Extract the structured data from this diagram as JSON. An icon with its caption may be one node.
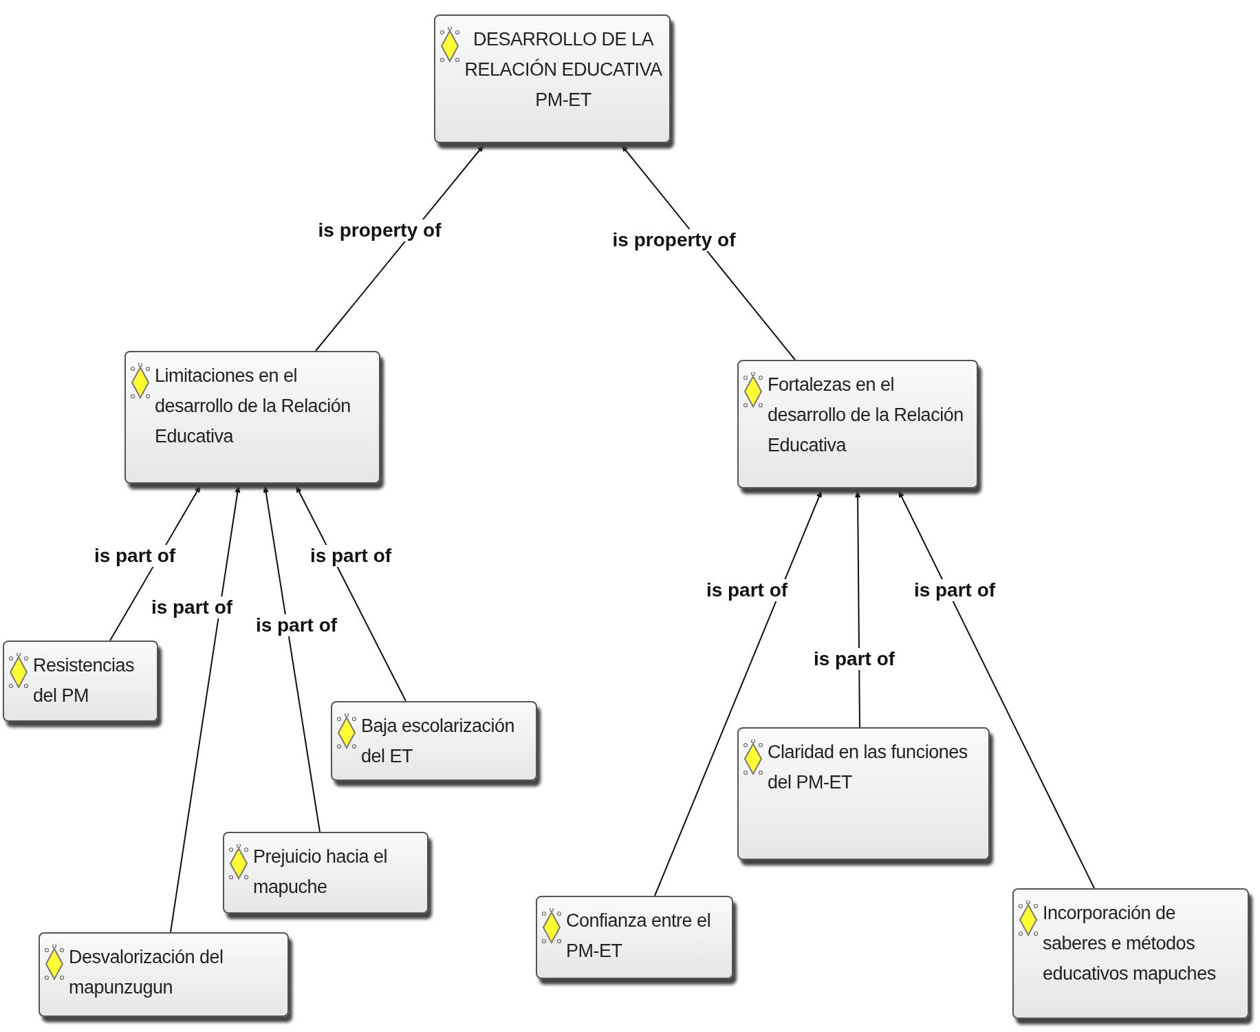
{
  "diagram": {
    "nodes": [
      {
        "text": [
          "DESARROLLO DE LA RELACIÓN EDUCATIVA PM-ET"
        ]
      },
      {
        "text": [
          "Limitaciones en el desarrollo de la Relación Educativa"
        ]
      },
      {
        "text": [
          "Fortalezas en el desarrollo de la Relación Educativa"
        ]
      },
      {
        "text": [
          "Resistencias del PM"
        ]
      },
      {
        "text": [
          "Desvalorización del mapunzugun"
        ]
      },
      {
        "text": [
          "Prejuicio hacia el mapuche"
        ]
      },
      {
        "text": [
          "Baja escolarización del ET"
        ]
      },
      {
        "text": [
          "Confianza entre el PM-ET"
        ]
      },
      {
        "text": [
          "Claridad en las funciones del PM-ET"
        ]
      },
      {
        "text": [
          "Incorporación de saberes e métodos educativos mapuches"
        ]
      }
    ],
    "edges": [
      {
        "from": 1,
        "to": 0,
        "arrow": "to",
        "label": "is property of"
      },
      {
        "from": 2,
        "to": 0,
        "arrow": "to",
        "label": "is property of"
      },
      {
        "from": 3,
        "to": 1,
        "arrow": "to",
        "label": "is part of"
      },
      {
        "from": 4,
        "to": 1,
        "arrow": "to",
        "label": "is part of"
      },
      {
        "from": 5,
        "to": 1,
        "arrow": "to",
        "label": "is part of"
      },
      {
        "from": 6,
        "to": 1,
        "arrow": "to",
        "label": "is part of"
      },
      {
        "from": 7,
        "to": 2,
        "arrow": "to",
        "label": "is part of"
      },
      {
        "from": 8,
        "to": 2,
        "arrow": "to",
        "label": "is part of"
      },
      {
        "from": 9,
        "to": 2,
        "arrow": "to",
        "label": "is part of"
      }
    ]
  }
}
